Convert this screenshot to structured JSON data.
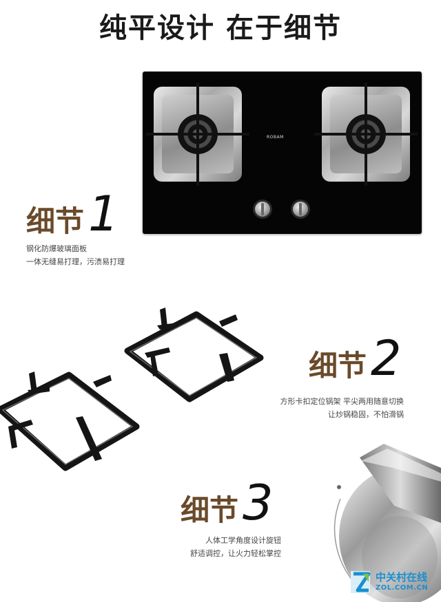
{
  "header": {
    "title": "纯平设计 在于细节"
  },
  "cooktop": {
    "brand": "ROBAM"
  },
  "details": [
    {
      "word": "细节",
      "number": "1",
      "lines": [
        "钢化防爆玻璃面板",
        "一体无缝易打理，污渍易打理"
      ]
    },
    {
      "word": "细节",
      "number": "2",
      "lines": [
        "方形卡扣定位锅架 平尖两用随意切换",
        "让炒锅稳固，不怕滑锅"
      ]
    },
    {
      "word": "细节",
      "number": "3",
      "lines": [
        "人体工学角度设计旋钮",
        "舒适调控，让火力轻松掌控"
      ]
    }
  ],
  "watermark": {
    "cn": "中关村在线",
    "en": "ZOL.COM.CN"
  }
}
